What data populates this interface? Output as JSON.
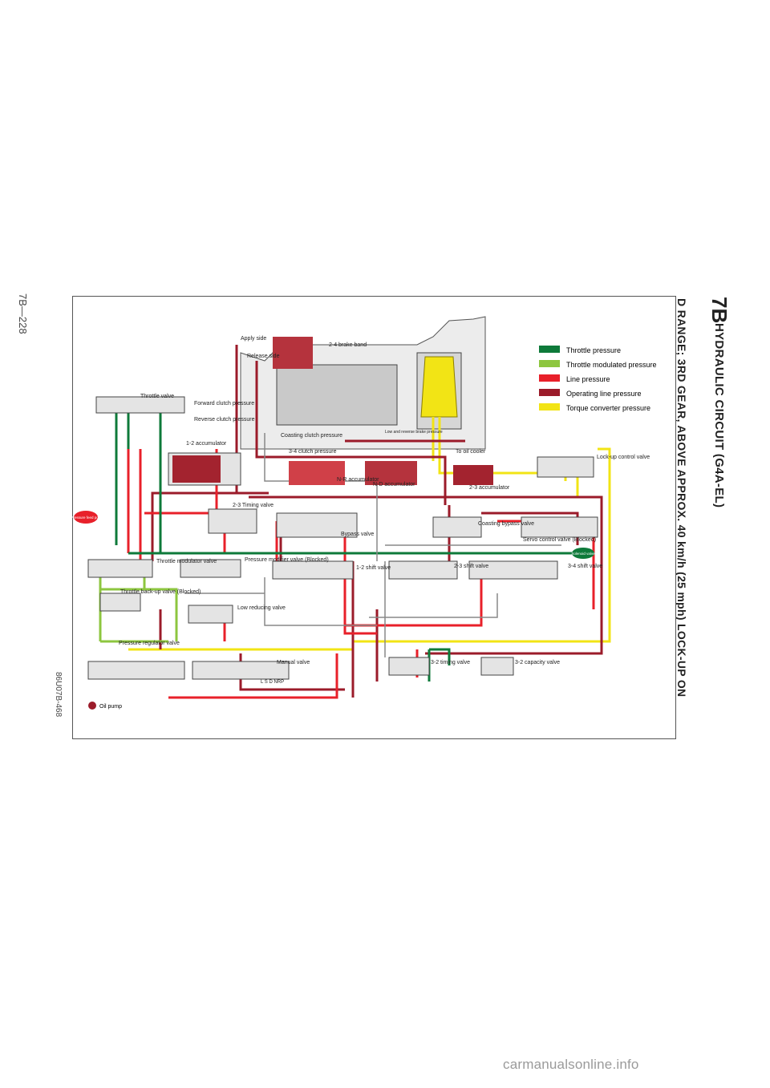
{
  "header": {
    "chapter": "7B",
    "title": "HYDRAULIC CIRCUIT (G4A-EL)",
    "subtitle": "D RANGE; 3RD GEAR, ABOVE APPROX. 40 km/h (25 mph) LOCK-UP ON"
  },
  "footer": {
    "page_number": "7B—228",
    "figure_code": "86U07B-468",
    "watermark": "carmanualsonline.info"
  },
  "legend": [
    {
      "label": "Throttle pressure",
      "color": "#0e7a3a"
    },
    {
      "label": "Throttle modulated pressure",
      "color": "#8dc63f"
    },
    {
      "label": "Line pressure",
      "color": "#e8202a"
    },
    {
      "label": "Operating line pressure",
      "color": "#9b1b2a"
    },
    {
      "label": "Torque converter pressure",
      "color": "#f2e415"
    }
  ],
  "labels": {
    "apply_side": "Apply side",
    "release_side": "Release side",
    "brake_band": "2-4 brake band",
    "throttle_valve": "Throttle valve",
    "forward_clutch": "Forward clutch pressure",
    "reverse_clutch": "Reverse clutch pressure",
    "accum_12": "1-2 accumulator",
    "coasting_clutch": "Coasting clutch pressure",
    "low_reverse": "Low and reverse brake pressure",
    "clutch_34": "3-4 clutch pressure",
    "to_oil_cooler": "To oil cooler",
    "lockup_control": "Lock-up control valve",
    "nr_accum": "N-R accumulator",
    "nd_accum": "N-D accumulator",
    "accum_23": "2-3 accumulator",
    "timing_23": "2-3 Timing valve",
    "bypass": "Bypass valve",
    "coasting_bypass": "Coasting bypass valve",
    "servo_control": "Servo control valve (Blocked)",
    "throttle_modulator": "Throttle modulator valve",
    "pressure_modifier": "Pressure modifier valve (Blocked)",
    "shift_12": "1-2 shift valve",
    "shift_23": "2-3 shift valve",
    "shift_34": "3-4 shift valve",
    "throttle_backup": "Throttle back-up valve (Blocked)",
    "low_reducing": "Low reducing valve",
    "pressure_regulator": "Pressure regulator valve",
    "manual_valve": "Manual valve",
    "manual_positions": "L S D NRP",
    "timing_32": "3-2 timing valve",
    "capacity_32": "3-2 capacity valve",
    "oil_pump": "Oil pump",
    "pressure_feedback": "Pressure feed port",
    "solenoid": "Solenoid valve"
  }
}
